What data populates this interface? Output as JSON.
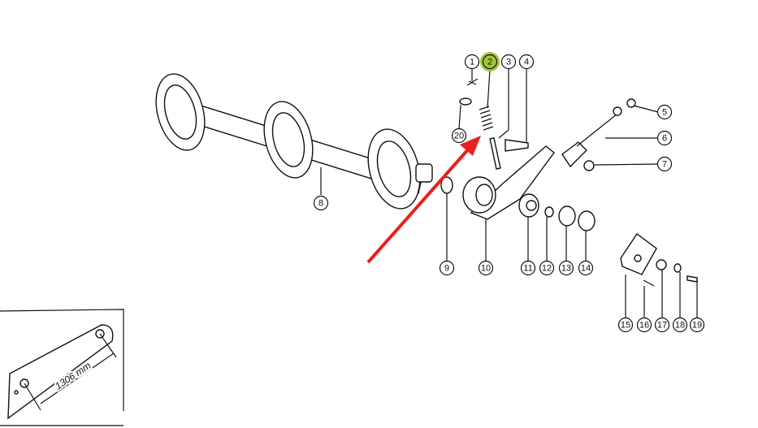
{
  "diagram": {
    "highlight_color": "#a4c43c",
    "arrow_color": "#e8201c",
    "highlighted_part": "2",
    "callouts": [
      {
        "id": "1",
        "label": "1"
      },
      {
        "id": "2",
        "label": "2"
      },
      {
        "id": "3",
        "label": "3"
      },
      {
        "id": "4",
        "label": "4"
      },
      {
        "id": "5",
        "label": "5"
      },
      {
        "id": "6",
        "label": "6"
      },
      {
        "id": "7",
        "label": "7"
      },
      {
        "id": "8",
        "label": "8"
      },
      {
        "id": "9",
        "label": "9"
      },
      {
        "id": "10",
        "label": "10"
      },
      {
        "id": "11",
        "label": "11"
      },
      {
        "id": "12",
        "label": "12"
      },
      {
        "id": "13",
        "label": "13"
      },
      {
        "id": "14",
        "label": "14"
      },
      {
        "id": "15",
        "label": "15"
      },
      {
        "id": "16",
        "label": "16"
      },
      {
        "id": "17",
        "label": "17"
      },
      {
        "id": "18",
        "label": "18"
      },
      {
        "id": "19",
        "label": "19"
      },
      {
        "id": "20",
        "label": "20"
      }
    ],
    "inset": {
      "dimension": "1306 mm"
    }
  }
}
